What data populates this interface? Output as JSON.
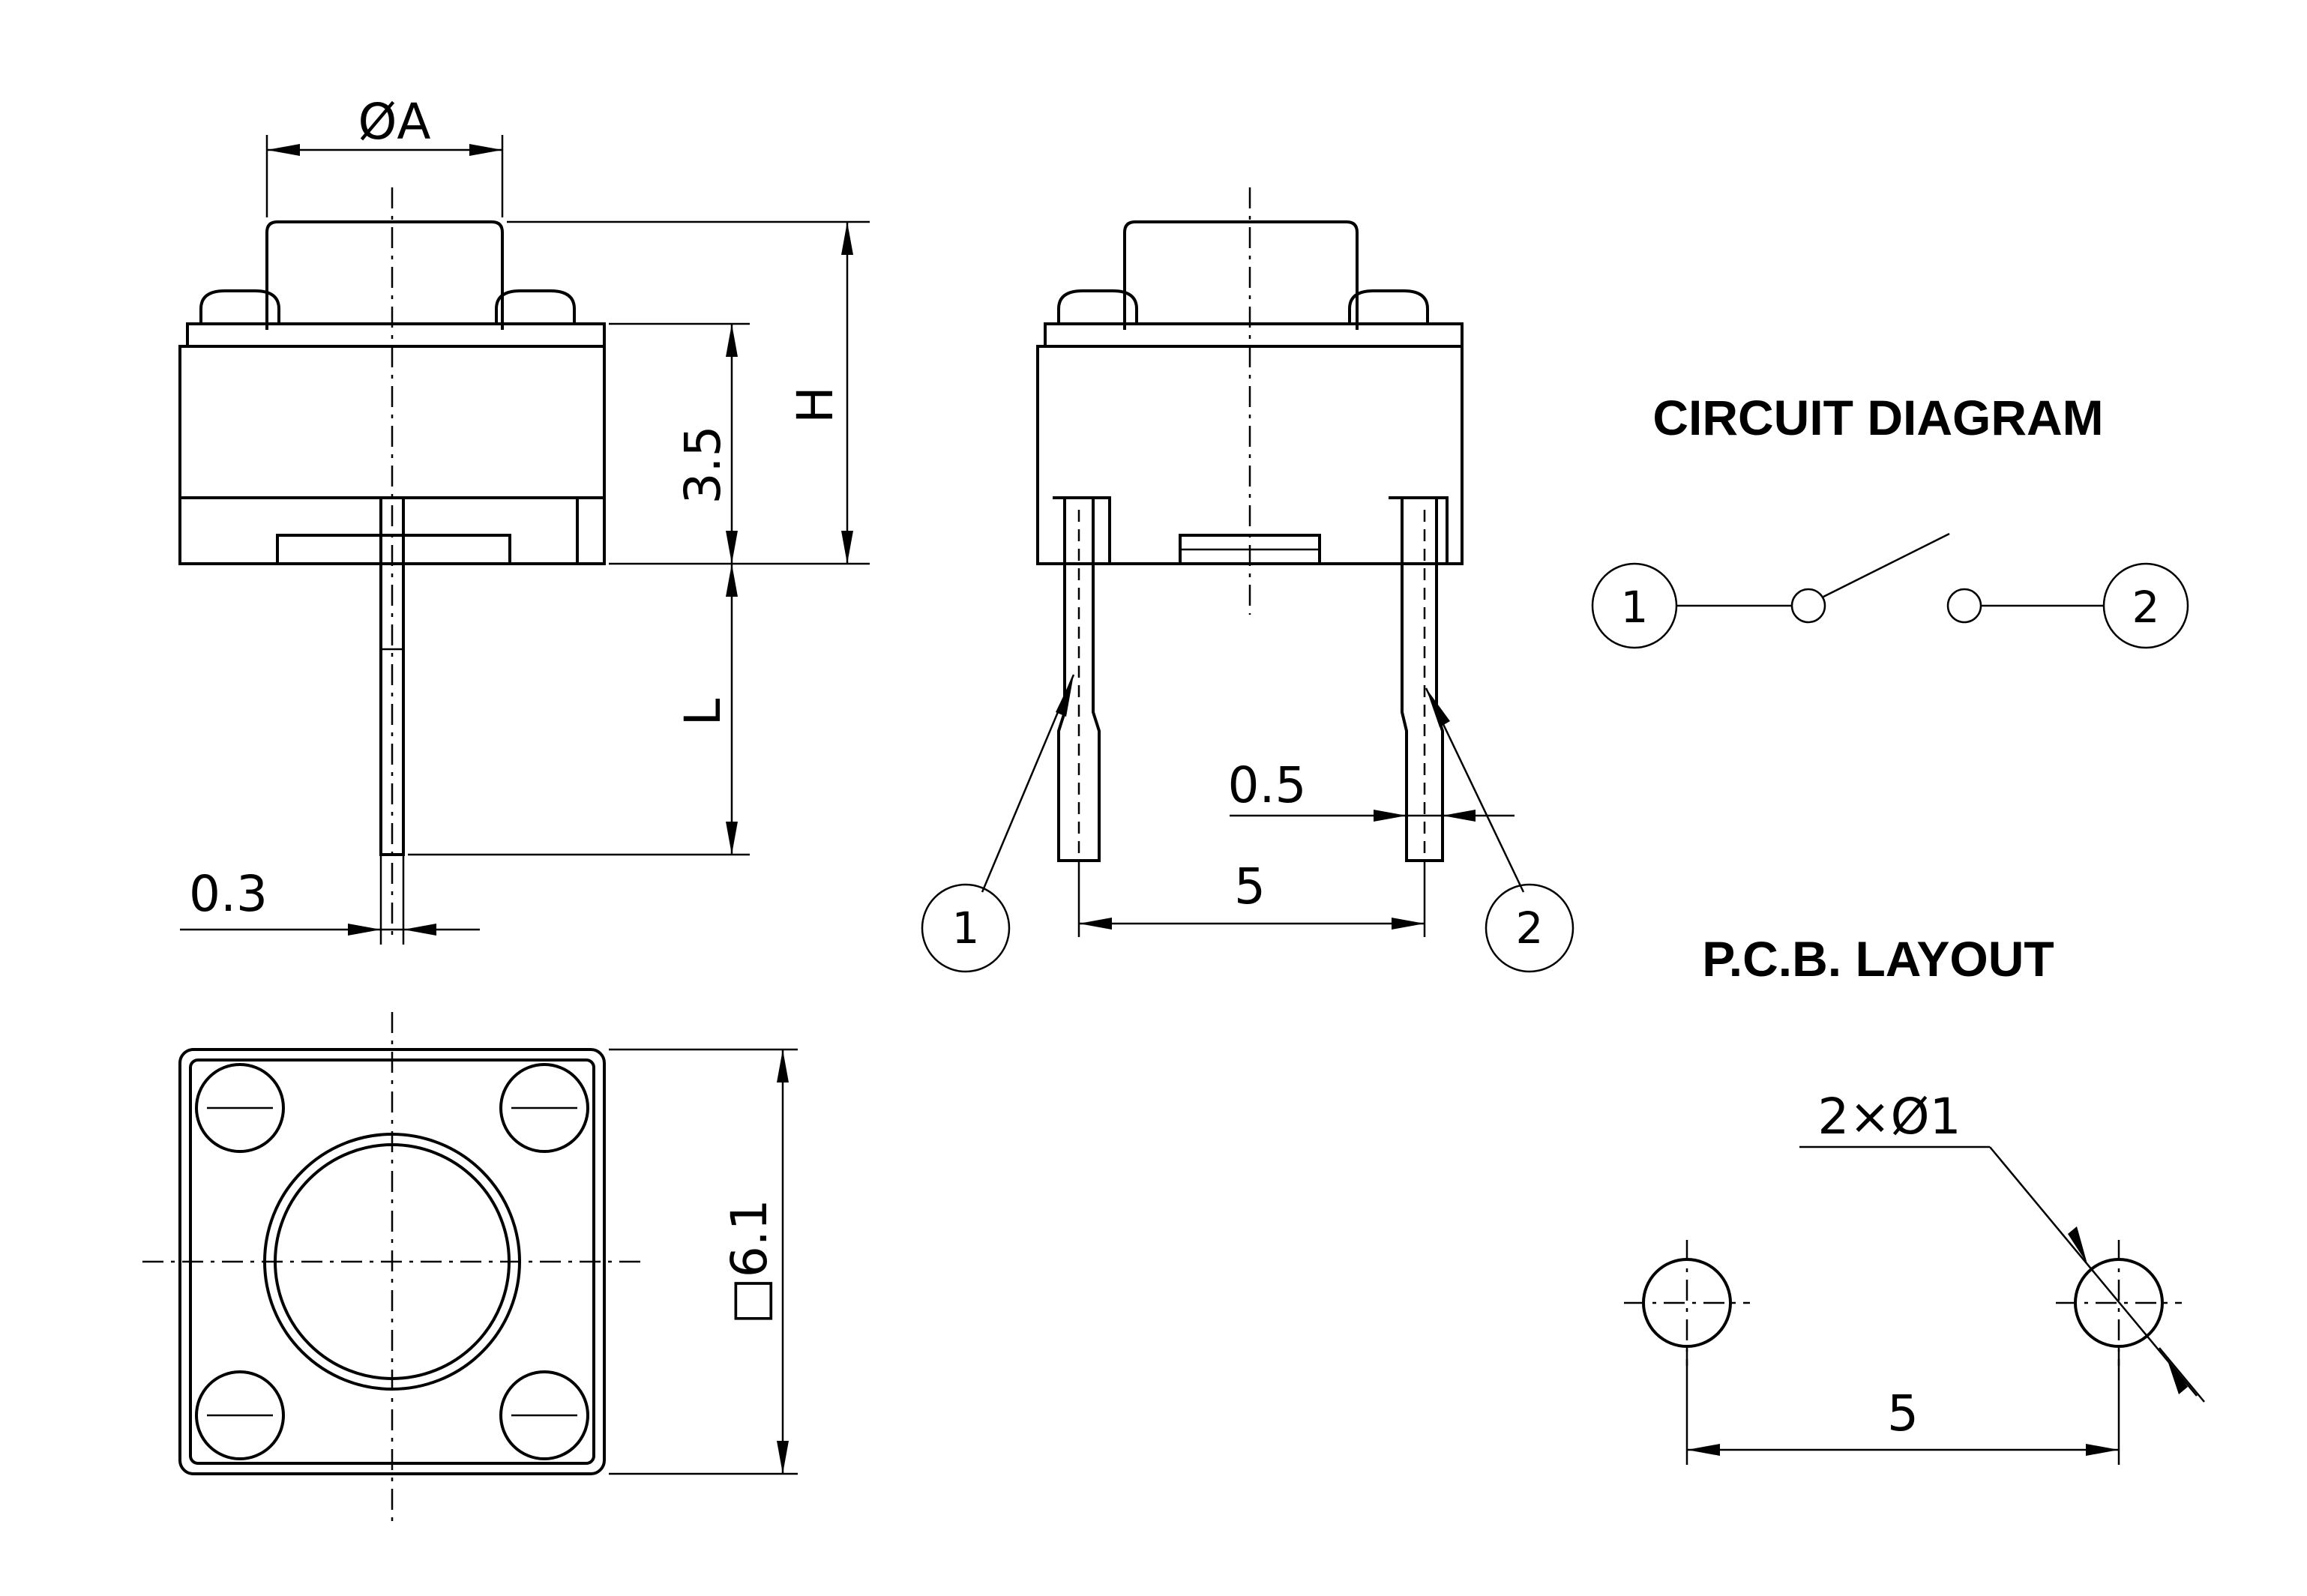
{
  "dimensions": {
    "button_diameter": "ØA",
    "height": "H",
    "body_height": "3.5",
    "lead_length": "L",
    "lead_thickness": "0.3",
    "lead_width": "0.5",
    "pin_spacing": "5",
    "body_square": "□6.1"
  },
  "pins": {
    "pin1": "1",
    "pin2": "2"
  },
  "circuit": {
    "title": "CIRCUIT DIAGRAM",
    "pin1": "1",
    "pin2": "2"
  },
  "pcb": {
    "title": "P.C.B. LAYOUT",
    "holes": "2×Ø1",
    "spacing": "5"
  }
}
